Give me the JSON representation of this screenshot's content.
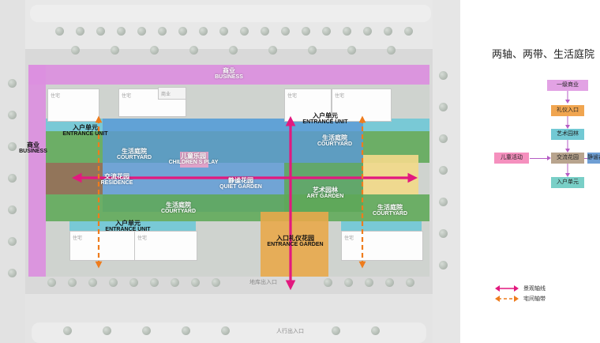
{
  "plan": {
    "business_top": {
      "cn": "商业",
      "en": "BUSINESS"
    },
    "business_left": {
      "cn": "商业",
      "en": "BUSINESS"
    },
    "entrance_unit_top_left": {
      "cn": "入户单元",
      "en": "ENTRANCE UNIT"
    },
    "entrance_unit_top_right": {
      "cn": "入户单元",
      "en": "ENTRANCE UNIT"
    },
    "entrance_unit_bottom_left": {
      "cn": "入户单元",
      "en": "ENTRANCE UNIT"
    },
    "courtyard_left_top": {
      "cn": "生活庭院",
      "en": "COURTYARD"
    },
    "courtyard_right_top": {
      "cn": "生活庭院",
      "en": "COURTYARD"
    },
    "courtyard_left_bottom": {
      "cn": "生活庭院",
      "en": "COURTYARD"
    },
    "courtyard_right_bottom": {
      "cn": "生活庭院",
      "en": "COURTYARD"
    },
    "children_play": {
      "cn": "儿童乐园",
      "en": "CHILDREN S PLAY"
    },
    "residence": {
      "cn": "交流花园",
      "en": "RESIDENCE"
    },
    "quiet_garden": {
      "cn": "静谧花园",
      "en": "QUIET GARDEN"
    },
    "art_garden": {
      "cn": "艺术园林",
      "en": "ART GARDEN"
    },
    "entrance_garden": {
      "cn": "入口礼仪花园",
      "en": "ENTRANCE GARDEN"
    },
    "building_label": "住宅",
    "commercial_label": "商业",
    "vehicle_entrance": "地库出入口",
    "pedestrian_entrance": "人行出入口"
  },
  "legend": {
    "title": "两轴、两带、生活庭院",
    "nodes": {
      "primary_business": "一级商业",
      "ceremony_entrance": "礼仪入口",
      "art_garden": "艺术园林",
      "children_activity": "儿童活动",
      "exchange_garden": "交流花园",
      "quiet_garden": "静谧花",
      "entrance_unit": "入户单元"
    },
    "axis_label": "景观轴线",
    "belt_label": "宅间轴带"
  },
  "colors": {
    "business": "#dc8fe0",
    "courtyard": "#5fa858",
    "cyan": "#6fc8d6",
    "blue": "#5b9ad6",
    "orange": "#e8a84a",
    "brown": "#8b6a4c",
    "pink_axis": "#e2197f",
    "orange_axis": "#ee7c1d",
    "yellow": "#f2d98a"
  }
}
